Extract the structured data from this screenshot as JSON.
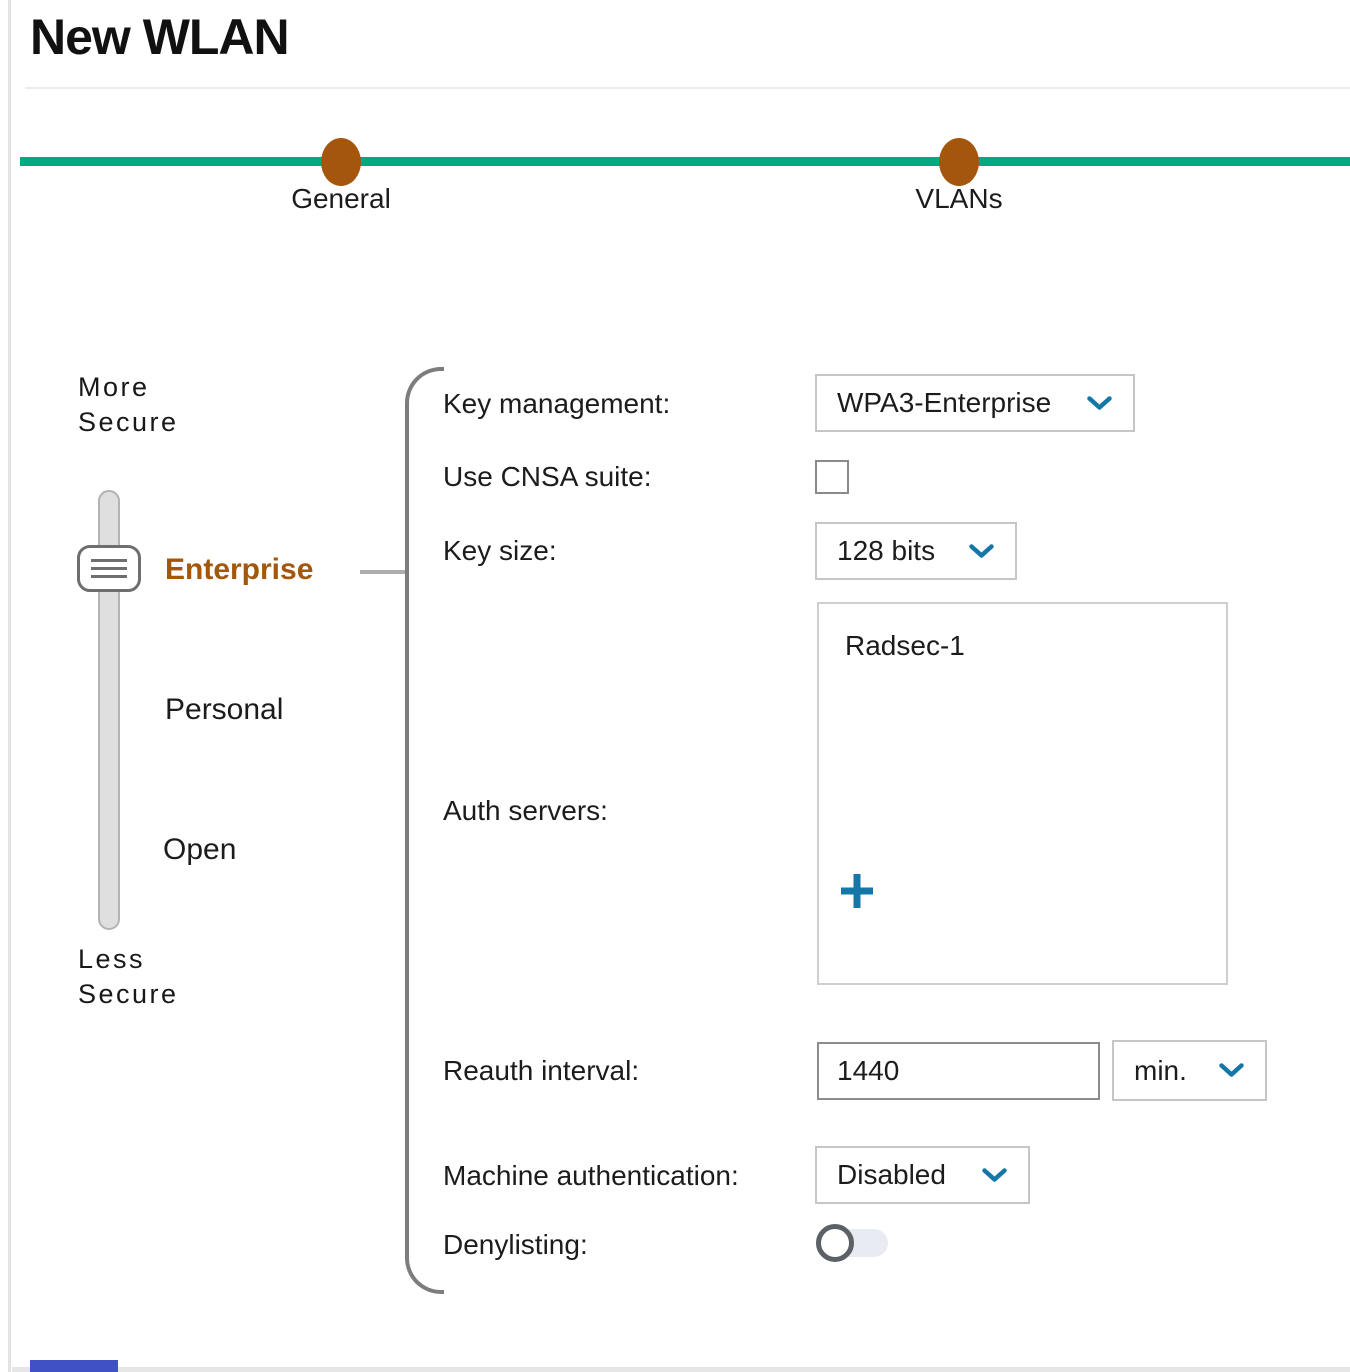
{
  "title": "New WLAN",
  "stepper": {
    "steps": [
      {
        "label": "General"
      },
      {
        "label": "VLANs"
      }
    ]
  },
  "security_slider": {
    "more_label": "More Secure",
    "less_label": "Less Secure",
    "options": [
      {
        "label": "Enterprise",
        "selected": true
      },
      {
        "label": "Personal",
        "selected": false
      },
      {
        "label": "Open",
        "selected": false
      }
    ]
  },
  "form": {
    "key_management": {
      "label": "Key management:",
      "value": "WPA3-Enterprise"
    },
    "use_cnsa": {
      "label": "Use CNSA suite:",
      "checked": false
    },
    "key_size": {
      "label": "Key size:",
      "value": "128 bits"
    },
    "auth_servers": {
      "label": "Auth servers:",
      "items": [
        "Radsec-1"
      ]
    },
    "reauth_interval": {
      "label": "Reauth interval:",
      "value": "1440",
      "unit": "min."
    },
    "machine_authentication": {
      "label": "Machine authentication:",
      "value": "Disabled"
    },
    "denylisting": {
      "label": "Denylisting:",
      "enabled": false
    }
  },
  "colors": {
    "accent_green": "#01a982",
    "selected_orange": "#a3560c",
    "icon_teal": "#1577a8"
  }
}
